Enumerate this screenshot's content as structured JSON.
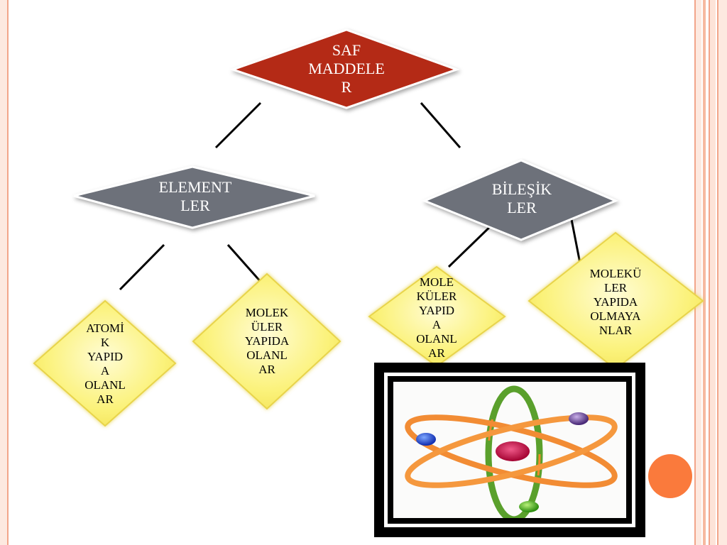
{
  "nodes": {
    "root": "SAF\nMADDELE\nR",
    "elements": "ELEMENT\nLER",
    "compounds": "BİLEŞİK\nLER",
    "atomic": "ATOMİ\nK\nYAPID\nA\nOLANL\nAR",
    "molecular_elements": "MOLEK\nÜLER\nYAPIDA\nOLANL\nAR",
    "molecular_compounds": "MOLE\nKÜLER\nYAPID\nA\nOLANL\nAR",
    "non_molecular_compounds": "MOLEKÜ\nLER\nYAPIDA\nOLMAYA\nNLAR"
  },
  "image": {
    "icon": "atom-icon"
  },
  "colors": {
    "root_fill": "#b42a17",
    "category_fill": "#6d717a",
    "leaf_fill": "#fbf27a",
    "accent_dot": "#fa7a3c",
    "frame_accent": "#f2a58a"
  }
}
